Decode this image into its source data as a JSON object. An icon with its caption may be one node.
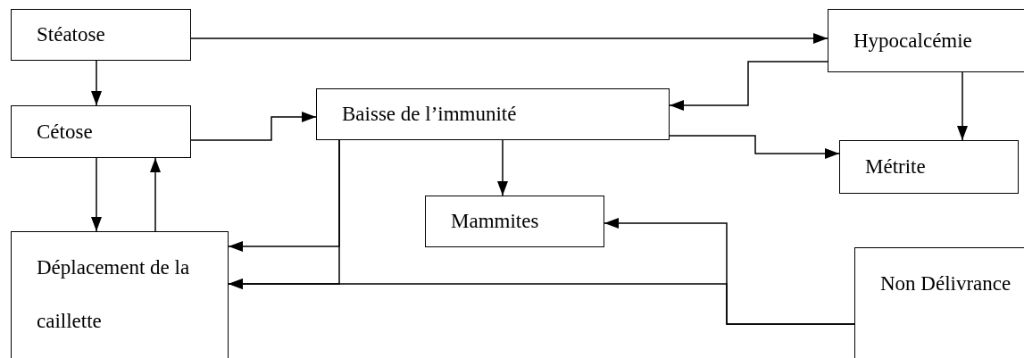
{
  "diagram": {
    "nodes": [
      {
        "text": [
          "Stéatose"
        ]
      },
      {
        "text": [
          "Hypocalcémie"
        ]
      },
      {
        "text": [
          "Cétose"
        ]
      },
      {
        "text": [
          "Baisse de l’immunité"
        ]
      },
      {
        "text": [
          "Métrite"
        ]
      },
      {
        "text": [
          "Mammites"
        ]
      },
      {
        "text": [
          "Déplacement de la caillette"
        ]
      },
      {
        "text": [
          "Non Délivrance"
        ]
      }
    ],
    "edges": [
      {
        "from": 0,
        "to": 1,
        "arrow": "to"
      },
      {
        "from": 0,
        "to": 2,
        "arrow": "to"
      },
      {
        "from": 2,
        "to": 3,
        "arrow": "to"
      },
      {
        "from": 1,
        "to": 3,
        "arrow": "to"
      },
      {
        "from": 1,
        "to": 4,
        "arrow": "to"
      },
      {
        "from": 3,
        "to": 4,
        "arrow": "to"
      },
      {
        "from": 3,
        "to": 5,
        "arrow": "to"
      },
      {
        "from": 2,
        "to": 6,
        "arrow": "to"
      },
      {
        "from": 6,
        "to": 2,
        "arrow": "to"
      },
      {
        "from": 3,
        "to": 6,
        "arrow": "to"
      },
      {
        "from": 3,
        "to": 6,
        "arrow": "to"
      },
      {
        "from": 7,
        "to": 5,
        "arrow": "to"
      },
      {
        "from": 7,
        "to": 6,
        "arrow": "to"
      }
    ]
  }
}
